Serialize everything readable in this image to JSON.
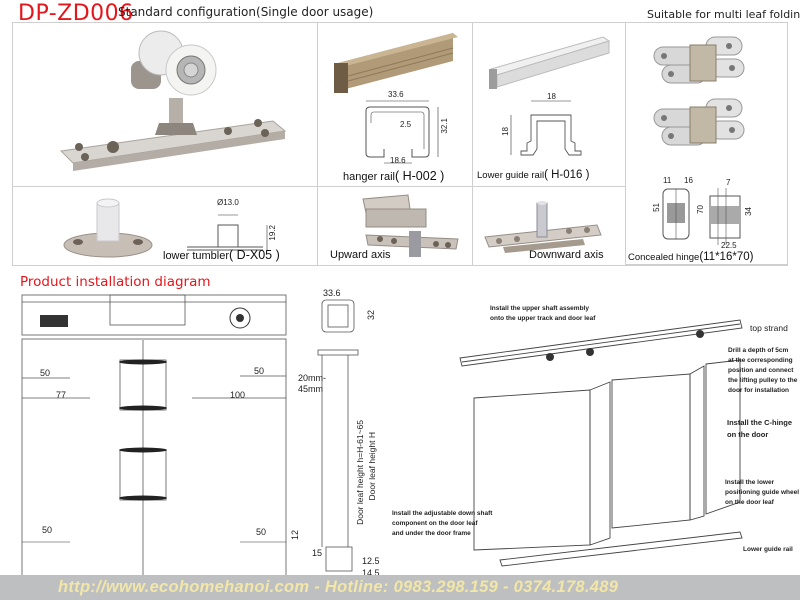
{
  "header": {
    "model_code": "DP-ZD006",
    "standard_configuration": "Standard configuration(Single door usage)",
    "suitable_for": "Suitable for multi leaf foldin"
  },
  "components": [
    {
      "id": "upper-roller",
      "label": "",
      "code": ""
    },
    {
      "id": "hanger-rail",
      "label": "hanger rail",
      "code": "( H-002 )",
      "dims": {
        "width": "33.6",
        "height": "32.1",
        "wall": "2.5",
        "opening": "18.6"
      }
    },
    {
      "id": "lower-guide-rail",
      "label": "Lower guide rail",
      "code": "( H-016 )",
      "dims": {
        "width": "18",
        "height": "18"
      }
    },
    {
      "id": "concealed-hinge",
      "label": "Concealed hinge",
      "code": "(11*16*70)",
      "dims": {
        "a": "11",
        "b": "16",
        "c": "7",
        "d": "51",
        "e": "70",
        "f": "34",
        "g": "22.5"
      }
    },
    {
      "id": "lower-tumbler",
      "label": "lower tumbler",
      "code": "( D-X05 )",
      "dims": {
        "diameter": "Ø13.0",
        "height": "19.2"
      }
    },
    {
      "id": "upward-axis",
      "label": "Upward axis",
      "code": ""
    },
    {
      "id": "downward-axis",
      "label": "Downward axis",
      "code": ""
    }
  ],
  "installation": {
    "title": "Product installation diagram",
    "front_dims": {
      "left_top": "50",
      "left_bottom": "77",
      "right_top": "50",
      "right_bottom": "100",
      "bottom_left": "50",
      "bottom_right": "50",
      "bottom_gap": "12"
    },
    "side_dims": {
      "rail_width": "33.6",
      "rail_height": "32",
      "gap_top": "20mm-",
      "gap_bottom": "45mm",
      "leaf_height": "Door leaf height h=H-61~65",
      "door_height": "Door leaf height H",
      "floor": "15",
      "w1": "12.5",
      "w2": "14.5"
    },
    "notes": {
      "upper_shaft": [
        "Install the upper shaft assembly",
        "onto the upper track and door leaf"
      ],
      "top_strand": "top strand",
      "drill": [
        "Drill a depth of 5cm",
        "at the corresponding",
        "position and connect",
        "the lifting pulley to the",
        "door for installation"
      ],
      "c_hinge": [
        "Install the C-hinge",
        "on the door"
      ],
      "lower_wheel": [
        "Install the lower",
        "positioning guide wheel",
        "on the door leaf"
      ],
      "down_shaft": [
        "Install the adjustable down shaft",
        "component on the door leaf",
        "and under the door frame"
      ],
      "lower_rail": "Lower guide rail"
    }
  },
  "footer": {
    "contact": "http://www.ecohomehanoi.com - Hotline: 0983.298.159 - 0374.178.489"
  },
  "colors": {
    "accent_red": "#e4161c",
    "footer_bg": "#bdbfc1",
    "footer_text": "#f2e7a8",
    "rail_gold": "#b09a78"
  }
}
